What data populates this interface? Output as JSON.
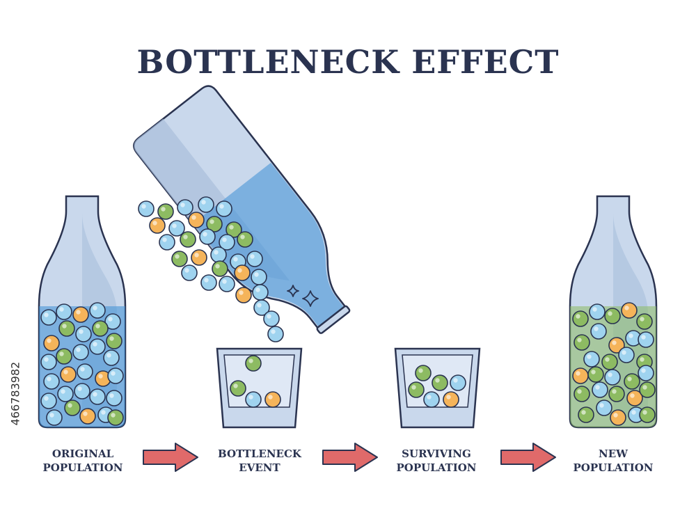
{
  "title": "BOTTLENECK EFFECT",
  "stages": [
    {
      "line1": "ORIGINAL",
      "line2": "POPULATION"
    },
    {
      "line1": "BOTTLENECK",
      "line2": "EVENT"
    },
    {
      "line1": "SURVIVING",
      "line2": "POPULATION"
    },
    {
      "line1": "NEW",
      "line2": "POPULATION"
    }
  ],
  "stock_id": "466783982",
  "colors": {
    "outline": "#2a3350",
    "glass": "#b5c8e0",
    "arrow": "#e06a6a",
    "ball_blue": "#9fd3ef",
    "ball_green": "#8dbb62",
    "ball_orange": "#f5b45a"
  }
}
